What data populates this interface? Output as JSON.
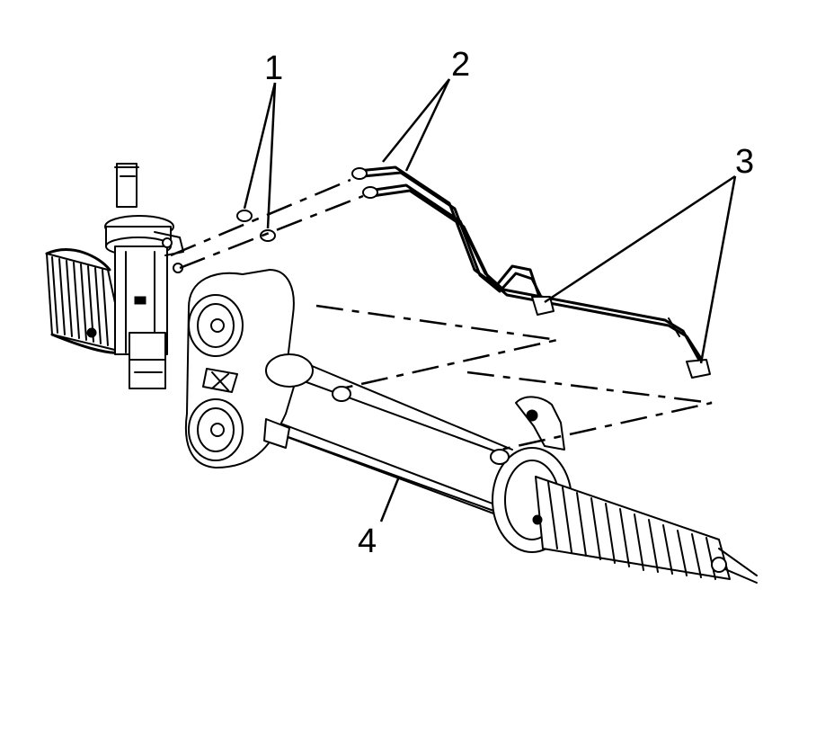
{
  "callouts": {
    "c1": "1",
    "c2": "2",
    "c3": "3",
    "c4": "4"
  },
  "colors": {
    "ink": "#000000",
    "paper": "#ffffff"
  }
}
